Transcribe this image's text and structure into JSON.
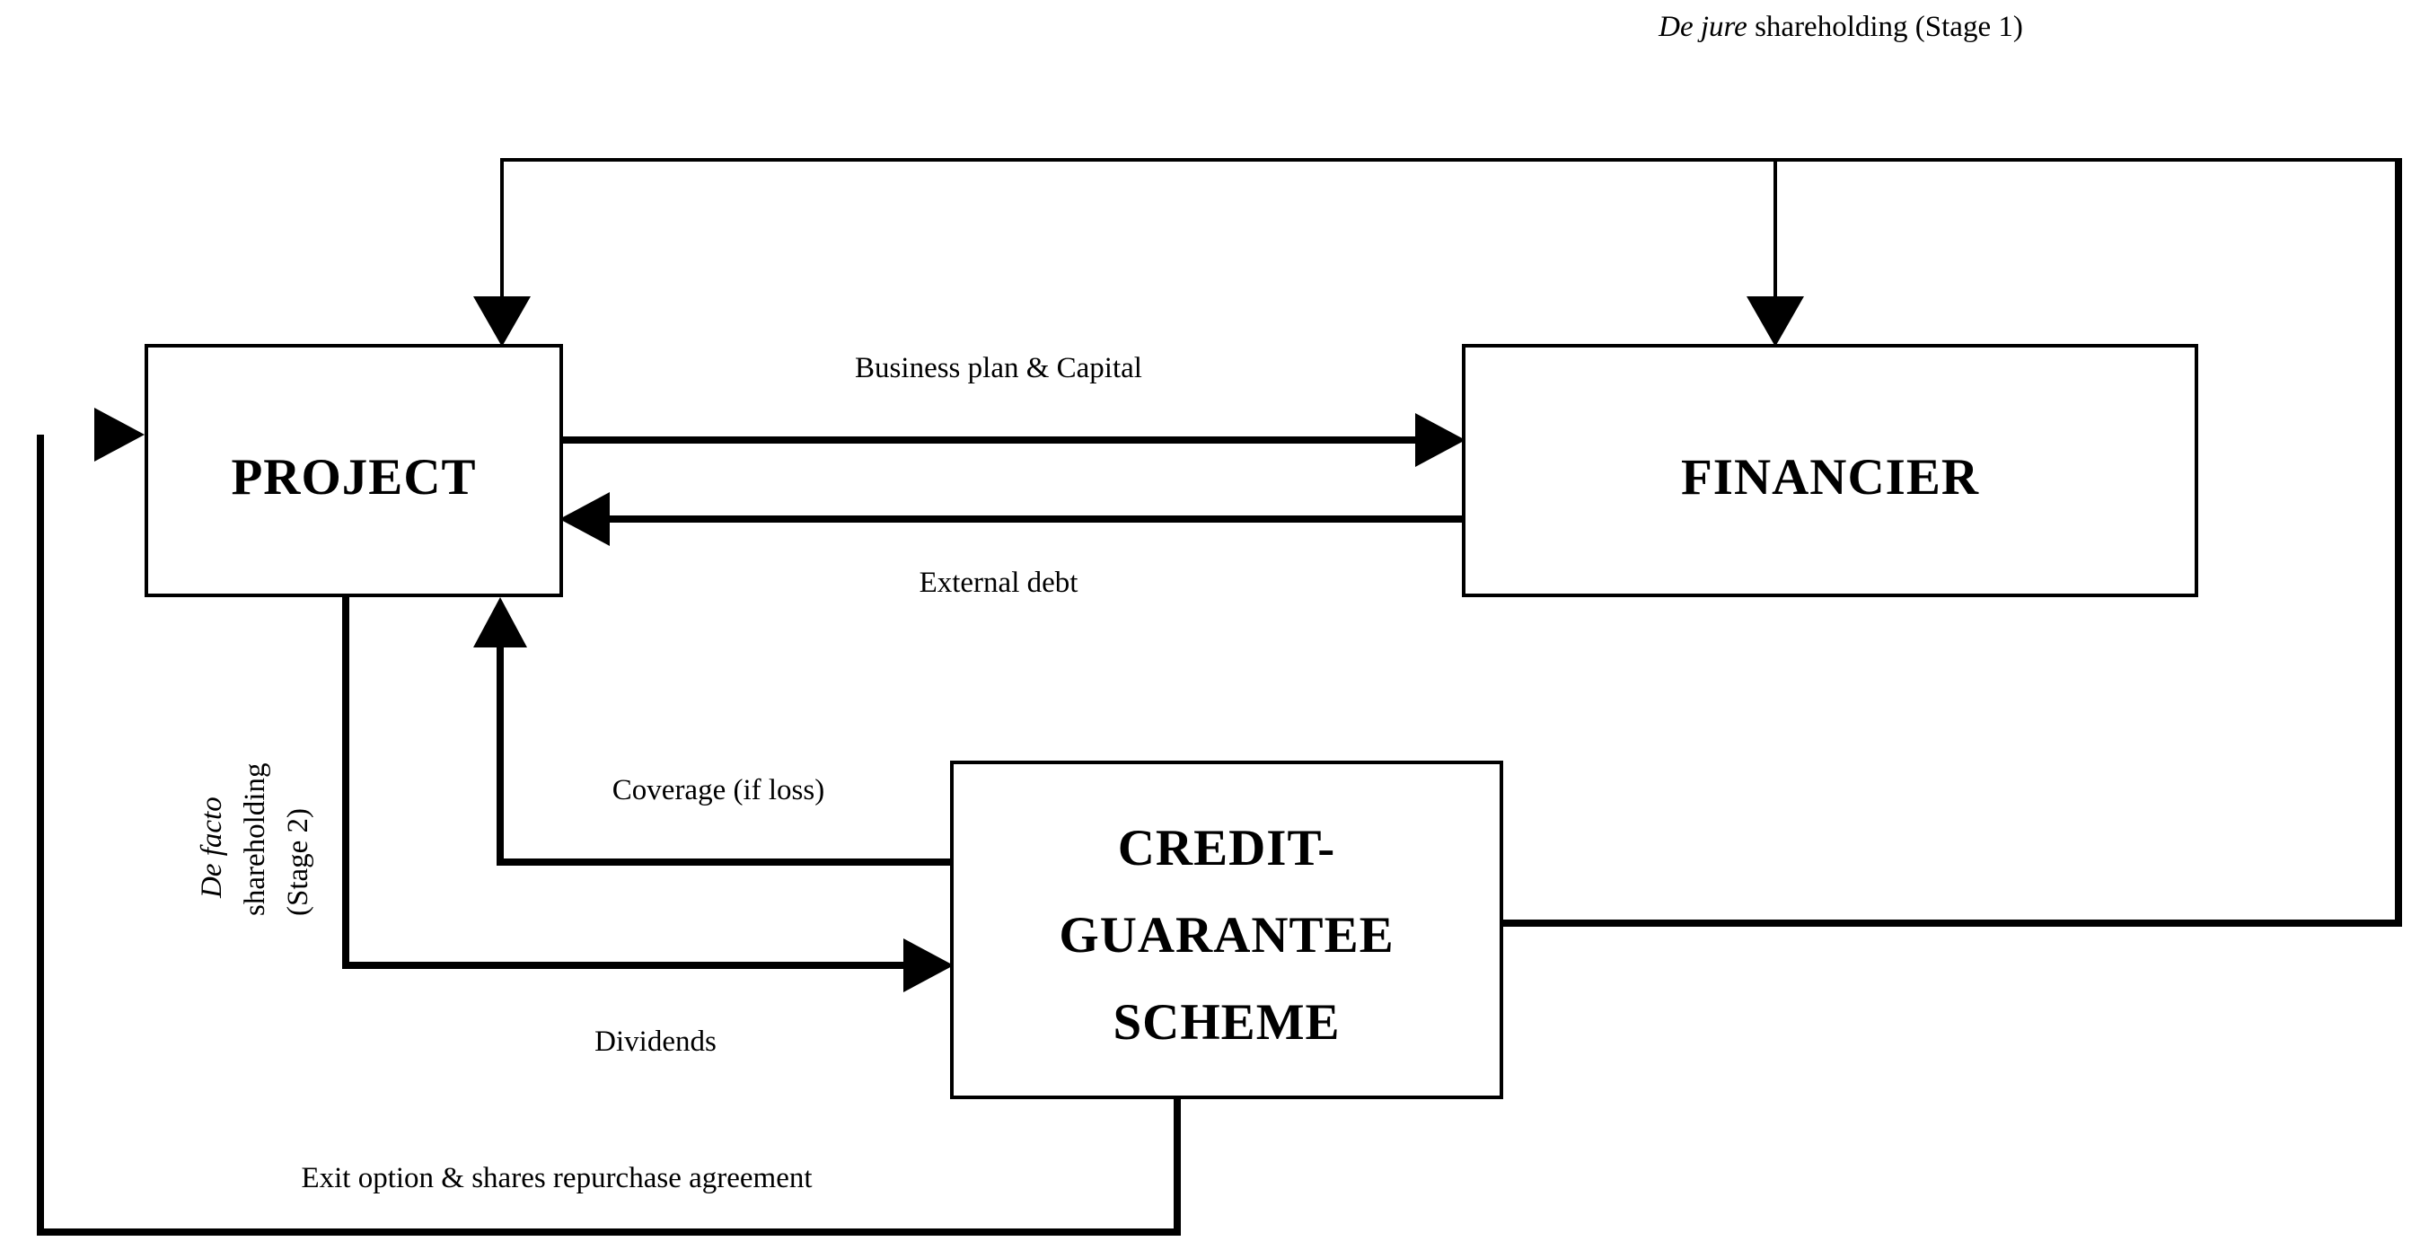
{
  "diagram": {
    "title_italic": "De jure",
    "title_rest": " shareholding (Stage 1)",
    "nodes": {
      "project": {
        "label": "PROJECT"
      },
      "financier": {
        "label": "FINANCIER"
      },
      "credit_guarantee_scheme": {
        "line1": "CREDIT-",
        "line2": "GUARANTEE",
        "line3": "SCHEME"
      }
    },
    "edges": {
      "business_plan": {
        "label": "Business plan & Capital"
      },
      "external_debt": {
        "label": "External debt"
      },
      "coverage": {
        "label": "Coverage (if loss)"
      },
      "dividends": {
        "label": "Dividends"
      },
      "exit_option": {
        "label": "Exit option & shares repurchase agreement"
      },
      "de_facto": {
        "line1_italic": "De facto",
        "line2": "shareholding",
        "line3": "(Stage 2)"
      }
    },
    "colors": {
      "stroke": "#000000",
      "fill": "#ffffff",
      "background": "#ffffff"
    }
  }
}
